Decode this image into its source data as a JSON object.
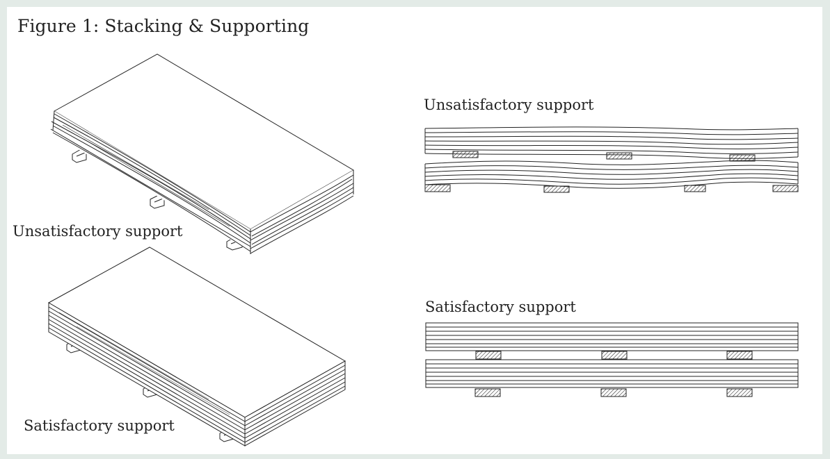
{
  "figure": {
    "title": "Figure 1: Stacking & Supporting"
  },
  "isometric": {
    "unsatisfactory_label": "Unsatisfactory support",
    "satisfactory_label": "Satisfactory support"
  },
  "sections": {
    "unsatisfactory_label": "Unsatisfactory support",
    "satisfactory_label": "Satisfactory support"
  },
  "colors": {
    "background": "#e3ebe7",
    "panel": "#ffffff",
    "ink": "#222222"
  }
}
